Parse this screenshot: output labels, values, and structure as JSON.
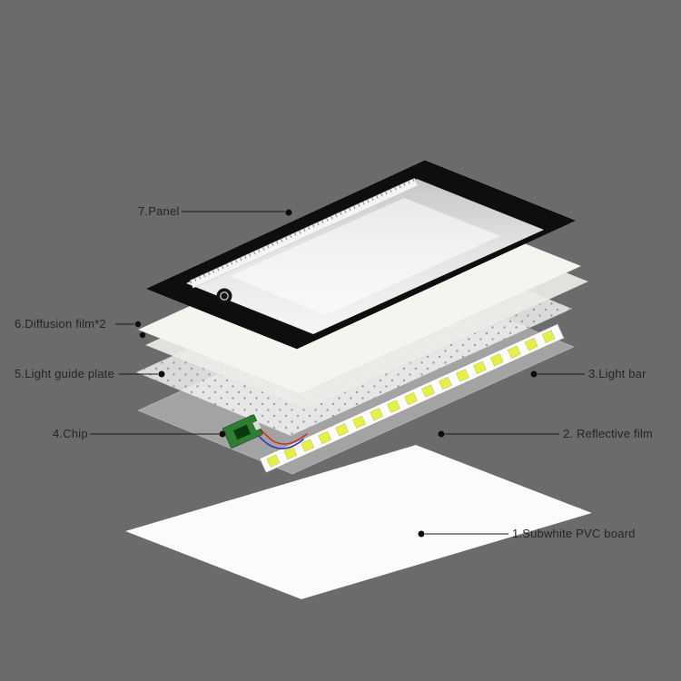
{
  "diagram": {
    "parts": [
      {
        "label": "7.Panel"
      },
      {
        "label": "6.Diffusion film*2"
      },
      {
        "label": "5.Light guide plate"
      },
      {
        "label": "4.Chip"
      },
      {
        "label": "3.Light bar"
      },
      {
        "label": "2. Reflective film"
      },
      {
        "label": "1.Subwhite PVC board"
      }
    ]
  },
  "colors": {
    "background": "#6b6b6b",
    "panel_black": "#0e0e0e",
    "led_yellow": "#e4ef4c",
    "chip_green": "#2e7d32",
    "wire_red": "#c62f2f",
    "wire_blue": "#2c39b8",
    "board_white": "#fbfbfb",
    "label_text": "#242424"
  }
}
